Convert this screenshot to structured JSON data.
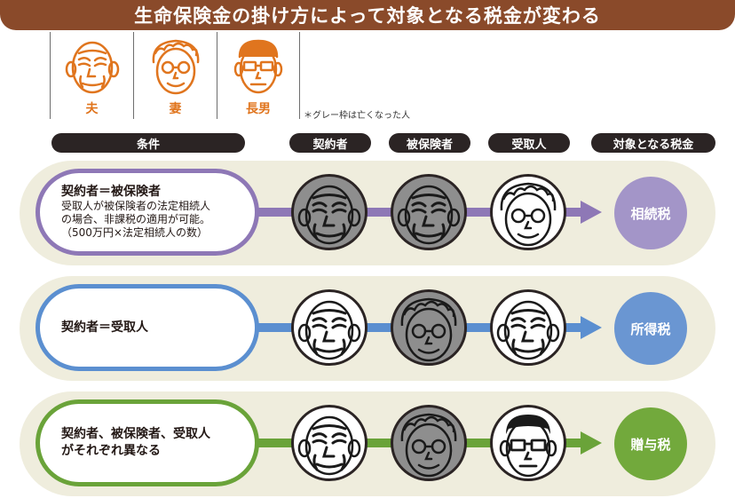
{
  "title": "生命保険金の掛け方によって対象となる税金が変わる",
  "persons": [
    {
      "label": "夫",
      "icon": "husband-face-icon"
    },
    {
      "label": "妻",
      "icon": "wife-face-icon"
    },
    {
      "label": "長男",
      "icon": "son-face-icon"
    }
  ],
  "note": "＊グレー枠は亡くなった人",
  "headers": {
    "condition": "条件",
    "policyholder": "契約者",
    "insured": "被保険者",
    "beneficiary": "受取人",
    "tax": "対象となる税金"
  },
  "rows": [
    {
      "condition_title": "契約者＝被保険者",
      "condition_detail": [
        "受取人が被保険者の法定相続人",
        "の場合、非課税の適用が可能。",
        "（500万円×法定相続人の数）"
      ],
      "policyholder": {
        "person": "夫",
        "deceased": true
      },
      "insured": {
        "person": "夫",
        "deceased": true
      },
      "beneficiary": {
        "person": "妻",
        "deceased": false
      },
      "tax": "相続税",
      "color": "#8e78b6",
      "tax_color": "#a395c8"
    },
    {
      "condition_title": "契約者＝受取人",
      "condition_detail": [],
      "policyholder": {
        "person": "夫",
        "deceased": false
      },
      "insured": {
        "person": "妻",
        "deceased": true
      },
      "beneficiary": {
        "person": "夫",
        "deceased": false
      },
      "tax": "所得税",
      "color": "#5b8fd0",
      "tax_color": "#6a96d2"
    },
    {
      "condition_lines": [
        "契約者、被保険者、受取人",
        "がそれぞれ異なる"
      ],
      "policyholder": {
        "person": "夫",
        "deceased": false
      },
      "insured": {
        "person": "妻",
        "deceased": true
      },
      "beneficiary": {
        "person": "長男",
        "deceased": false
      },
      "tax": "贈与税",
      "color": "#6aa339",
      "tax_color": "#72a93c"
    }
  ],
  "colors": {
    "title_bg": "#8a4a2a",
    "person_icon": "#e0751e",
    "header_bg": "#2b2424",
    "row_bg": "#efeddd",
    "deceased_bg": "#8e8e8e"
  }
}
